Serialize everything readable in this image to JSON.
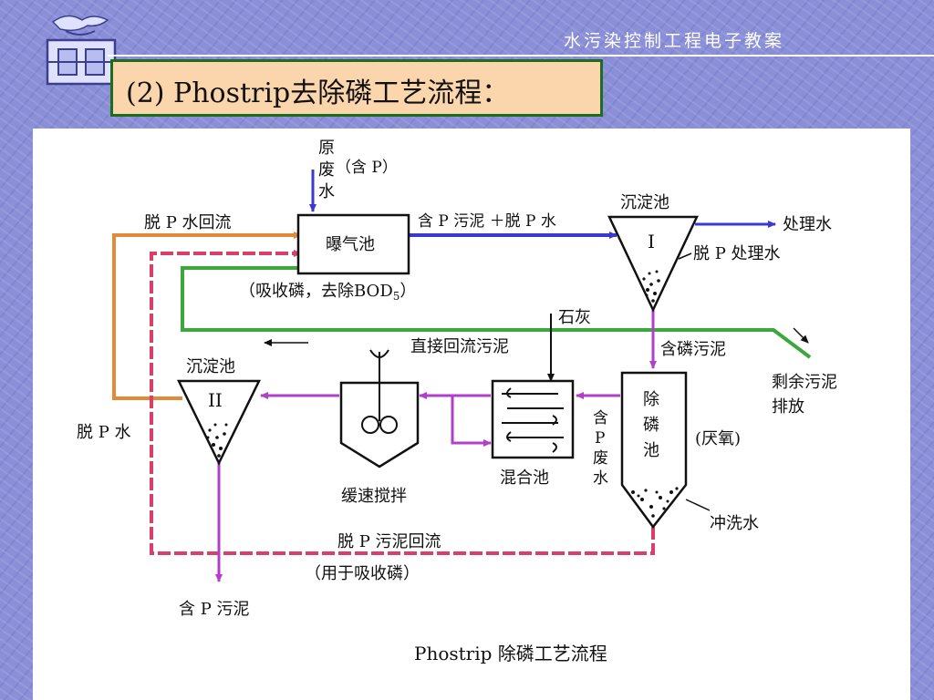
{
  "slide": {
    "course_title": "水污染控制工程电子教案",
    "title": "(2) Phostrip去除磷工艺流程："
  },
  "diagram": {
    "caption": "Phostrip 除磷工艺流程",
    "nodes": {
      "aeration_tank": "曝气池",
      "clarifier_1": "沉淀池",
      "clarifier_1_numeral": "I",
      "clarifier_2": "沉淀池",
      "clarifier_2_numeral": "II",
      "stripper_chars": [
        "除",
        "磷",
        "池"
      ],
      "mixing_tank": "混合池",
      "slow_mixer": "缓速搅拌"
    },
    "labels": {
      "raw_wastewater_chars": [
        "原",
        "废",
        "水"
      ],
      "contains_p": "（含 P）",
      "sludge_plus_water": "含 P 污泥 ＋脱 P 水",
      "treated_water": "处理水",
      "p_removed_treated_water": "脱 P 处理水",
      "p_free_water_return": "脱 P 水回流",
      "absorb_remove_bod": "（吸收磷，去除BOD",
      "bod_subscript": "5",
      "bod_close": "）",
      "lime": "石灰",
      "direct_return_sludge": "直接回流污泥",
      "p_rich_sludge": "含磷污泥",
      "excess_sludge_line1": "剩余污泥",
      "excess_sludge_line2": "排放",
      "anaerobic": "(厌氧)",
      "p_wastewater_chars": [
        "含",
        "P",
        "废",
        "水"
      ],
      "flush_water": "冲洗水",
      "p_free_water": "脱 P 水",
      "p_free_sludge_return": "脱 P 污泥回流",
      "for_absorption": "（用于吸收磷）",
      "p_sludge_out": "含 P 污泥"
    },
    "colors": {
      "blue_flow": "#3a3ad0",
      "orange_flow": "#e08a3a",
      "green_flow": "#3aa83a",
      "pink_flow": "#d8406a",
      "purple_flow": "#b040c8",
      "black_line": "#111111"
    }
  }
}
